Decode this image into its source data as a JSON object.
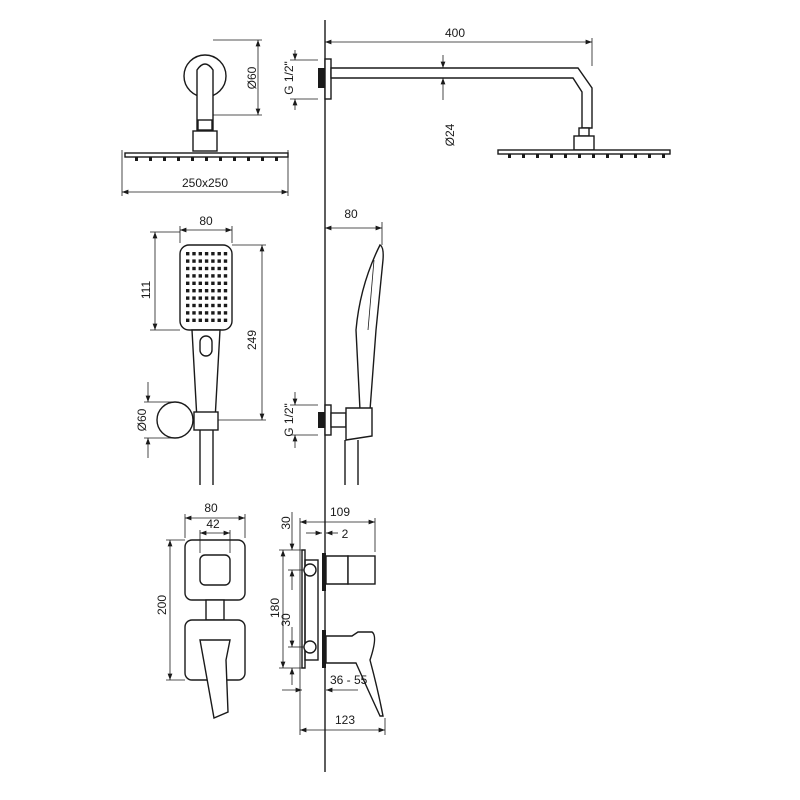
{
  "labels": {
    "head_arm_length": "400",
    "head_thread": "G 1/2\"",
    "head_rosette_dia": "Ø60",
    "head_arm_dia": "Ø24",
    "head_size": "250x250",
    "hand_width": "80",
    "hand_head_height": "111",
    "hand_length": "249",
    "hand_elbow_dia": "Ø60",
    "hand_side_depth": "80",
    "hand_thread": "G 1/2\"",
    "mixer_width": "80",
    "mixer_inner_width": "42",
    "mixer_height": "200",
    "mixer_top_offset": "30",
    "mixer_depth": "109",
    "mixer_wall_gap": "2",
    "mixer_body_height": "180",
    "mixer_bottom_offset": "30",
    "mixer_install_depth": "36 - 55",
    "mixer_total_depth": "123"
  }
}
